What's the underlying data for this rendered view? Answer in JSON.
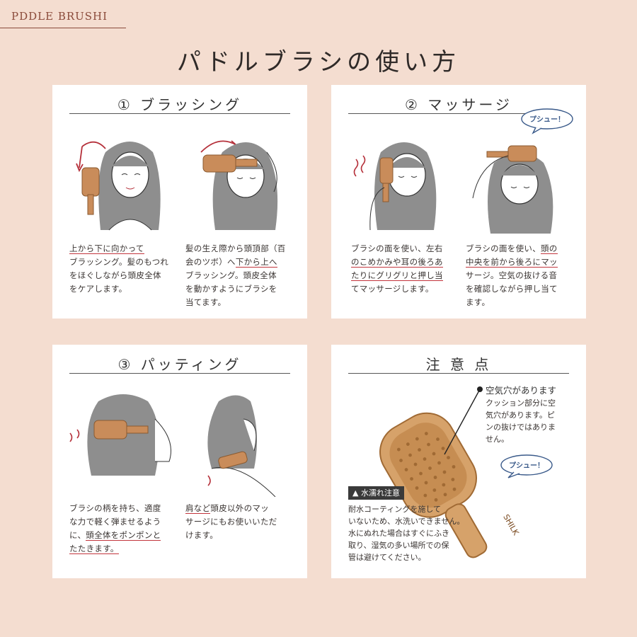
{
  "brand": "PDDLE BRUSHI",
  "title": "パドルブラシの使い方",
  "cards": {
    "brushing": {
      "title": "① ブラッシング",
      "left": [
        "上から下に向かって",
        "ブラッシング。髪のもつれ",
        "をほぐしながら頭皮全体",
        "をケアします。"
      ],
      "right": [
        "髪の生え際から頭頂部（百",
        "会のツボ）へ",
        "下から上へ",
        "ブラッシング。頭皮全体",
        "を動かすようにブラシを",
        "当てます。"
      ]
    },
    "massage": {
      "title": "② マッサージ",
      "bubble": "プシュー！",
      "left": [
        "ブラシの面を使い、左右",
        "のこめかみや耳の後ろあ",
        "たりにグリグリと押し当",
        "てマッサージします。"
      ],
      "right": [
        "ブラシの面を使い、",
        "頭の",
        "中央を前から後ろにマッ",
        "サージ。空気の抜ける音",
        "を確認しながら押し当て",
        "ます。"
      ]
    },
    "patting": {
      "title": "③ パッティング",
      "left": [
        "ブラシの柄を持ち、適度",
        "な力で軽く弾ませるよう",
        "に、",
        "頭全体をポンポンと",
        "たたきます。"
      ],
      "right": [
        "肩など",
        "頭皮以外のマッ",
        "サージにもお使いいただ",
        "けます。"
      ]
    },
    "caution": {
      "title": "注 意 点",
      "air_head": "空気穴があります",
      "air_body": [
        "クッション部分に空",
        "気穴があります。ピ",
        "ンの抜けではありま",
        "せん。"
      ],
      "bubble": "プシュー！",
      "warn_label": "水濡れ注意",
      "warn_body": [
        "耐水コーティングを施して",
        "いないため、水洗いできません。",
        "水にぬれた場合はすぐにふき",
        "取り、湿気の多い場所での保",
        "管は避けてください。"
      ],
      "brush_logo": "SHILK"
    }
  }
}
